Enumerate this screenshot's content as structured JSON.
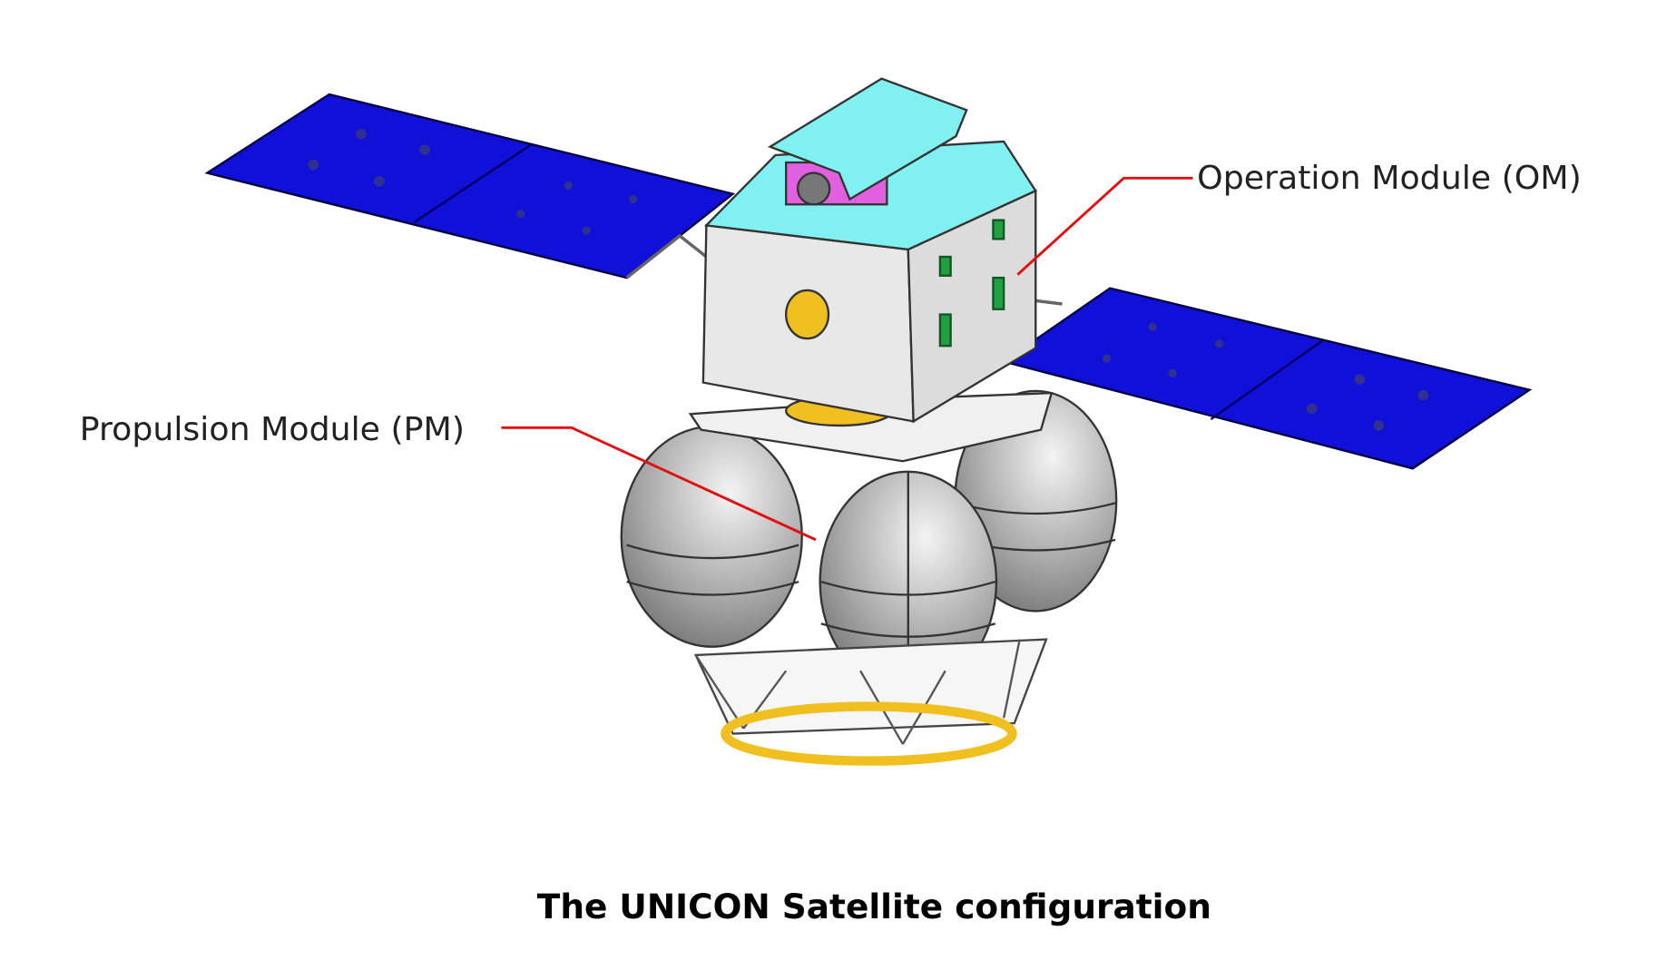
{
  "labels": {
    "operation_module": "Operation Module (OM)",
    "propulsion_module": "Propulsion Module (PM)"
  },
  "caption": "The UNICON Satellite configuration",
  "colors": {
    "solar_panel": "#1010d8",
    "top_deck": "#80f0f0",
    "instrument": "#e060e0",
    "body": "#e8e8e8",
    "tank": "#a8a8a8",
    "ring": "#f0c020",
    "leader_line": "#e01010"
  }
}
